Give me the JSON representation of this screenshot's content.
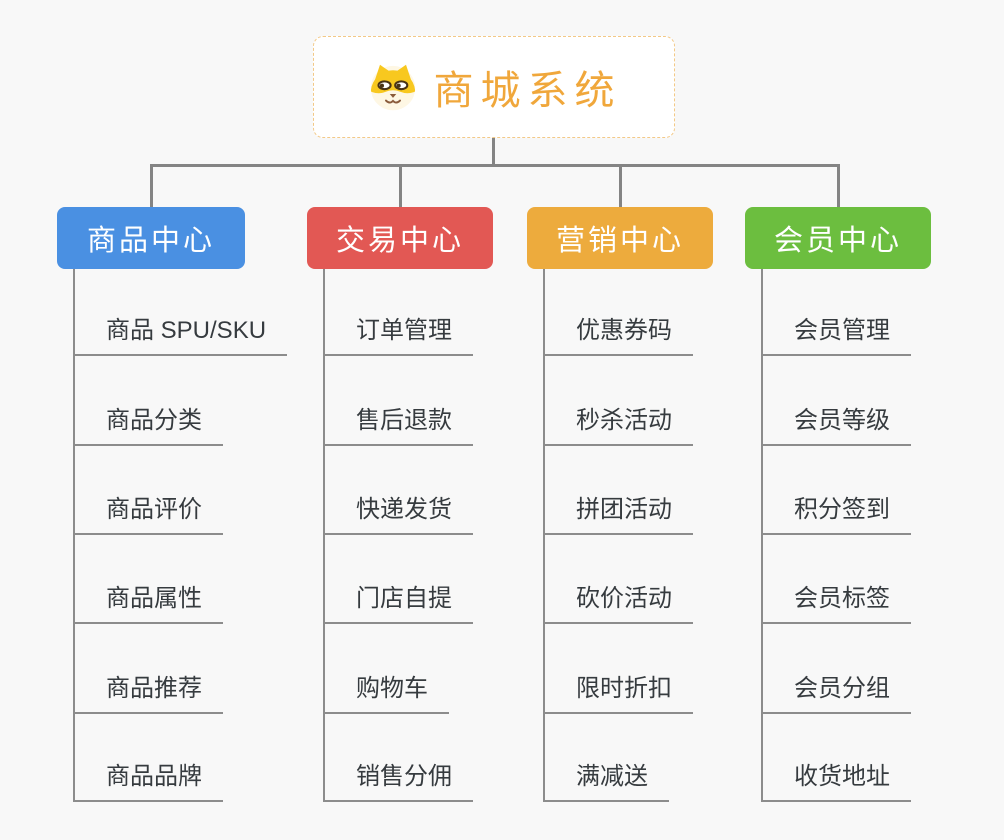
{
  "canvas_bg": "#f8f8f8",
  "connector_color": "#848484",
  "underline_color": "#8c8c8c",
  "root": {
    "title": "商城系统",
    "title_color": "#f0a73b",
    "border_color": "#f3c987",
    "icon": "dog-face-icon"
  },
  "branches": [
    {
      "label": "商品中心",
      "color": "#4a90e2",
      "children": [
        "商品 SPU/SKU",
        "商品分类",
        "商品评价",
        "商品属性",
        "商品推荐",
        "商品品牌"
      ]
    },
    {
      "label": "交易中心",
      "color": "#e25854",
      "children": [
        "订单管理",
        "售后退款",
        "快递发货",
        "门店自提",
        "购物车",
        "销售分佣"
      ]
    },
    {
      "label": "营销中心",
      "color": "#edab3d",
      "children": [
        "优惠券码",
        "秒杀活动",
        "拼团活动",
        "砍价活动",
        "限时折扣",
        "满减送"
      ]
    },
    {
      "label": "会员中心",
      "color": "#6cbe3f",
      "children": [
        "会员管理",
        "会员等级",
        "积分签到",
        "会员标签",
        "会员分组",
        "收货地址"
      ]
    }
  ]
}
